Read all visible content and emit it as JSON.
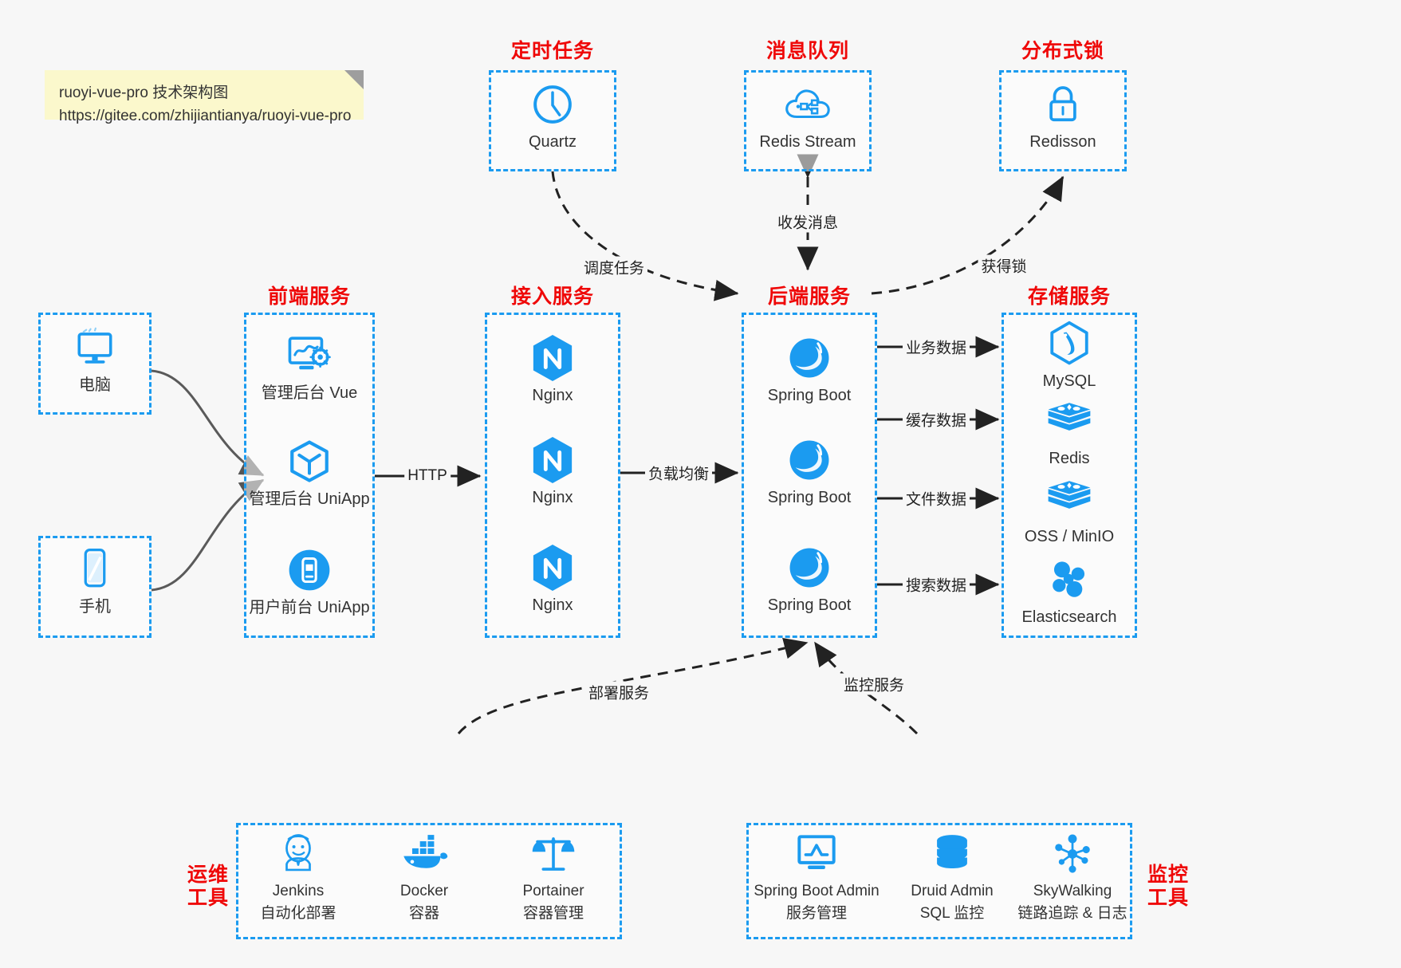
{
  "note": {
    "line1": "ruoyi-vue-pro 技术架构图",
    "line2": "https://gitee.com/zhijiantianya/ruoyi-vue-pro"
  },
  "colors": {
    "group_border": "#1b9bf0",
    "group_title": "#ef0808",
    "icon_blue": "#1b9bf0",
    "background": "#f7f7f7",
    "note_bg": "#fbf8cc",
    "wire": "#222222"
  },
  "groups": {
    "scheduled_task": {
      "title": "定时任务",
      "nodes": [
        {
          "label": "Quartz",
          "icon": "clock-icon"
        }
      ]
    },
    "message_queue": {
      "title": "消息队列",
      "nodes": [
        {
          "label": "Redis Stream",
          "icon": "cloud-stream-icon"
        }
      ]
    },
    "distributed_lock": {
      "title": "分布式锁",
      "nodes": [
        {
          "label": "Redisson",
          "icon": "lock-icon"
        }
      ]
    },
    "clients": {
      "nodes": [
        {
          "label": "电脑",
          "icon": "desktop-icon"
        },
        {
          "label": "手机",
          "icon": "mobile-icon"
        }
      ]
    },
    "frontend": {
      "title": "前端服务",
      "nodes": [
        {
          "label": "管理后台 Vue",
          "icon": "dashboard-gear-icon"
        },
        {
          "label": "管理后台 UniApp",
          "icon": "cube-icon"
        },
        {
          "label": "用户前台 UniApp",
          "icon": "app-circle-icon"
        }
      ]
    },
    "gateway": {
      "title": "接入服务",
      "nodes": [
        {
          "label": "Nginx",
          "icon": "nginx-icon"
        },
        {
          "label": "Nginx",
          "icon": "nginx-icon"
        },
        {
          "label": "Nginx",
          "icon": "nginx-icon"
        }
      ]
    },
    "backend": {
      "title": "后端服务",
      "nodes": [
        {
          "label": "Spring Boot",
          "icon": "spring-icon"
        },
        {
          "label": "Spring Boot",
          "icon": "spring-icon"
        },
        {
          "label": "Spring Boot",
          "icon": "spring-icon"
        }
      ]
    },
    "storage": {
      "title": "存储服务",
      "nodes": [
        {
          "label": "MySQL",
          "icon": "mysql-icon"
        },
        {
          "label": "Redis",
          "icon": "redis-icon"
        },
        {
          "label": "OSS / MinIO",
          "icon": "oss-icon"
        },
        {
          "label": "Elasticsearch",
          "icon": "elasticsearch-icon"
        }
      ]
    },
    "ops_tools": {
      "title_line1": "运维",
      "title_line2": "工具",
      "nodes": [
        {
          "label": "Jenkins",
          "sub": "自动化部署",
          "icon": "jenkins-icon"
        },
        {
          "label": "Docker",
          "sub": "容器",
          "icon": "docker-icon"
        },
        {
          "label": "Portainer",
          "sub": "容器管理",
          "icon": "scales-icon"
        }
      ]
    },
    "monitor_tools": {
      "title_line1": "监控",
      "title_line2": "工具",
      "nodes": [
        {
          "label": "Spring Boot Admin",
          "sub": "服务管理",
          "icon": "monitor-chart-icon"
        },
        {
          "label": "Druid Admin",
          "sub": "SQL 监控",
          "icon": "database-icon"
        },
        {
          "label": "SkyWalking",
          "sub": "链路追踪 & 日志",
          "icon": "skywalking-icon"
        }
      ]
    }
  },
  "edges": [
    {
      "id": "http",
      "label": "HTTP"
    },
    {
      "id": "load-balance",
      "label": "负载均衡"
    },
    {
      "id": "schedule-task",
      "label": "调度任务"
    },
    {
      "id": "send-receive-message",
      "label": "收发消息"
    },
    {
      "id": "acquire-lock",
      "label": "获得锁"
    },
    {
      "id": "business-data",
      "label": "业务数据"
    },
    {
      "id": "cache-data",
      "label": "缓存数据"
    },
    {
      "id": "file-data",
      "label": "文件数据"
    },
    {
      "id": "search-data",
      "label": "搜索数据"
    },
    {
      "id": "deploy-service",
      "label": "部署服务"
    },
    {
      "id": "monitor-service",
      "label": "监控服务"
    }
  ]
}
